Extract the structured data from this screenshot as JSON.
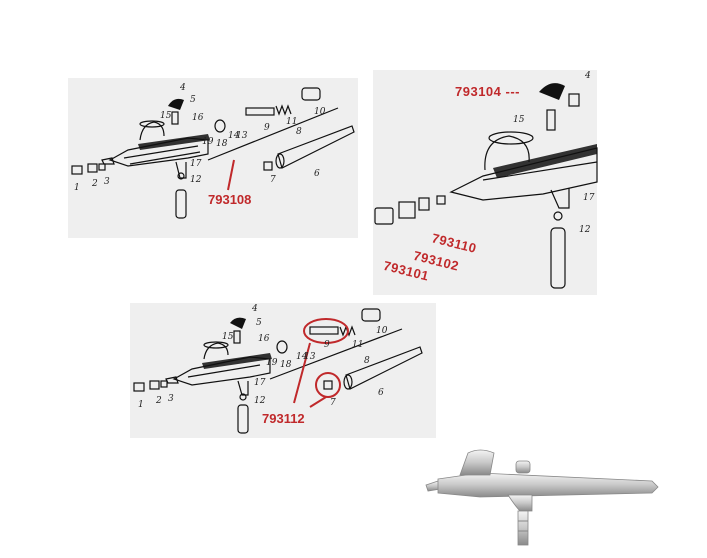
{
  "top_left": {
    "labels": [
      "4",
      "5",
      "16",
      "15",
      "14",
      "13",
      "9",
      "11",
      "10",
      "19",
      "18",
      "8",
      "17",
      "1",
      "2",
      "3",
      "12",
      "7",
      "6"
    ],
    "ref": "793108"
  },
  "top_right": {
    "labels": [
      "4",
      "15",
      "17",
      "12"
    ],
    "refs": [
      "793104 ---",
      "793110",
      "793102",
      "793101"
    ]
  },
  "bottom": {
    "labels": [
      "4",
      "5",
      "16",
      "15",
      "14",
      "13",
      "9",
      "11",
      "10",
      "19",
      "18",
      "8",
      "17",
      "1",
      "2",
      "3",
      "12",
      "7",
      "6"
    ],
    "ref": "793112"
  },
  "colors": {
    "panel_bg": "#efefef",
    "annotation_red": "#c0292b",
    "ink": "#111111"
  }
}
